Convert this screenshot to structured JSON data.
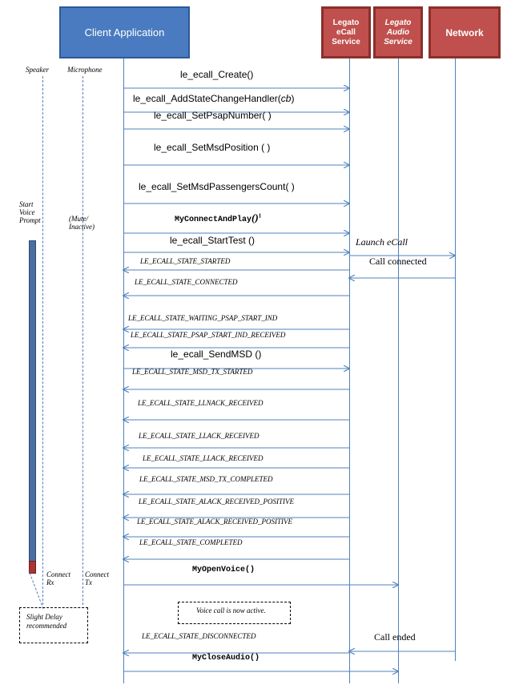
{
  "actors": {
    "client": "Client Application",
    "legato_ecall": [
      "Legato",
      "eCall",
      "Service"
    ],
    "legato_audio": [
      "Legato",
      "Audio",
      "Service"
    ],
    "network": "Network",
    "speaker": "Speaker",
    "microphone": "Microphone"
  },
  "side_notes": {
    "start_voice_prompt": [
      "Start",
      "Voice",
      "Prompt"
    ],
    "mute_inactive": [
      "(Mute/",
      "Inactive)"
    ],
    "connect_rx": [
      "Connect",
      "Rx"
    ],
    "connect_tx": [
      "Connect",
      "Tx"
    ]
  },
  "messages": [
    {
      "label": "le_ecall_Create()",
      "style": "call",
      "dir": "right"
    },
    {
      "label": "le_ecall_AddStateChangeHandler(",
      "italic_part": "cb",
      "suffix": ")",
      "style": "call",
      "dir": "right"
    },
    {
      "label": "le_ecall_SetPsapNumber( )",
      "style": "call",
      "dir": "right"
    },
    {
      "label": "le_ecall_SetMsdPosition ( )",
      "style": "call",
      "dir": "right"
    },
    {
      "label": "le_ecall_SetMsdPassengersCount( )",
      "style": "call",
      "dir": "right"
    },
    {
      "label": "MyConnectAndPlay",
      "paren": "()",
      "sup": "1",
      "style": "mono",
      "dir": "right"
    },
    {
      "label": "le_ecall_StartTest ()",
      "style": "call",
      "dir": "right"
    },
    {
      "label": "LE_ECALL_STATE_STARTED",
      "style": "state",
      "dir": "left"
    },
    {
      "label": "LE_ECALL_STATE_CONNECTED",
      "style": "state",
      "dir": "left"
    },
    {
      "label": "LE_ECALL_STATE_WAITING_PSAP_START_IND",
      "style": "state",
      "dir": "left"
    },
    {
      "label": "LE_ECALL_STATE_PSAP_START_IND_RECEIVED",
      "style": "state",
      "dir": "left"
    },
    {
      "label": "le_ecall_SendMSD ()",
      "style": "call",
      "dir": "right"
    },
    {
      "label": "LE_ECALL_STATE_MSD_TX_STARTED",
      "style": "state",
      "dir": "left"
    },
    {
      "label": "LE_ECALL_STATE_LLNACK_RECEIVED",
      "style": "state",
      "dir": "left"
    },
    {
      "label": "LE_ECALL_STATE_LLACK_RECEIVED",
      "style": "state",
      "dir": "left"
    },
    {
      "label": "LE_ECALL_STATE_LLACK_RECEIVED",
      "style": "state",
      "dir": "left"
    },
    {
      "label": "LE_ECALL_STATE_MSD_TX_COMPLETED",
      "style": "state",
      "dir": "left"
    },
    {
      "label": "LE_ECALL_STATE_ALACK_RECEIVED_POSITIVE",
      "style": "state",
      "dir": "left"
    },
    {
      "label": "LE_ECALL_STATE_ALACK_RECEIVED_POSITIVE",
      "style": "state",
      "dir": "left"
    },
    {
      "label": "LE_ECALL_STATE_COMPLETED",
      "style": "state",
      "dir": "left"
    },
    {
      "label": "MyOpenVoice()",
      "style": "mono",
      "dir": "right"
    },
    {
      "label": "LE_ECALL_STATE_DISCONNECTED",
      "style": "state",
      "dir": "left"
    },
    {
      "label": "MyCloseAudio()",
      "style": "mono",
      "dir": "right"
    }
  ],
  "network_messages": {
    "launch_ecall": "Launch eCall",
    "call_connected": "Call connected",
    "call_ended": "Call ended"
  },
  "notes": {
    "voice_active": "Voice call is now active.",
    "slight_delay": [
      "Slight Delay",
      "recommended"
    ]
  }
}
